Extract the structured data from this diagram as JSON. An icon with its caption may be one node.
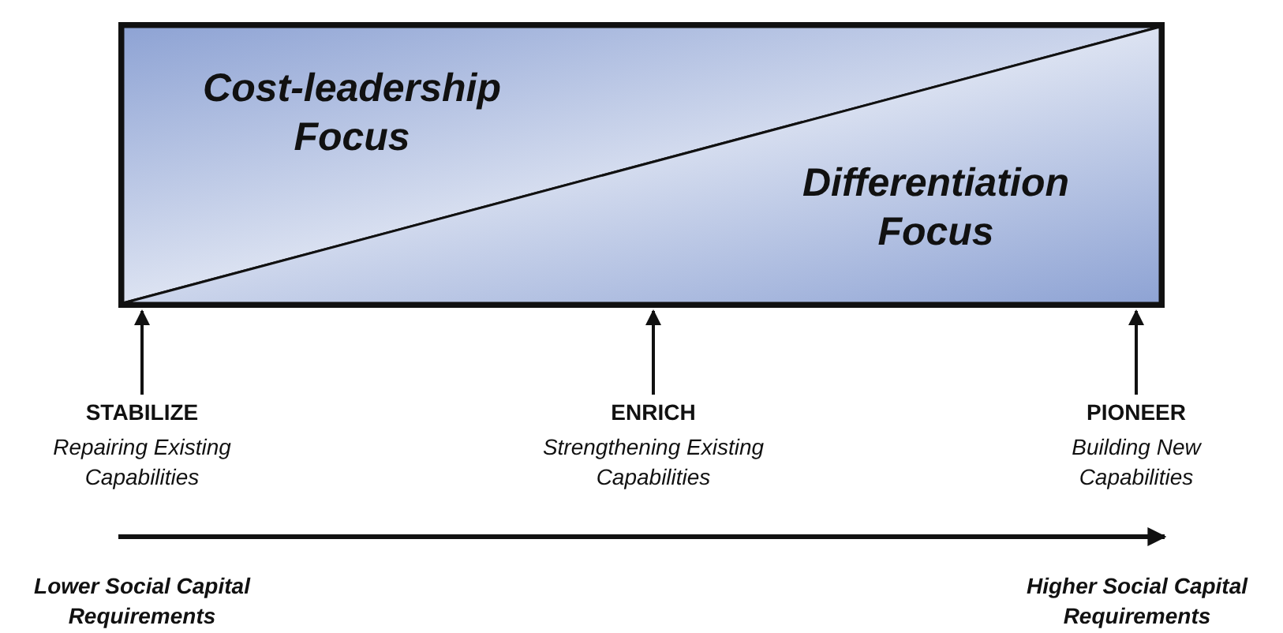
{
  "diagram": {
    "nodes": [
      {
        "text": [],
        "shape": "box"
      },
      {
        "text": [
          "Cost-leadership Focus"
        ],
        "in": 0
      },
      {
        "text": [
          "Differentiation Focus"
        ],
        "in": 0
      },
      {
        "text": [
          "STABILIZE",
          "Repairing Existing Capabilities"
        ]
      },
      {
        "text": [
          "ENRICH",
          "Strengthening Existing Capabilities"
        ]
      },
      {
        "text": [
          "PIONEER",
          "Building New Capabilities"
        ]
      }
    ],
    "edges": [
      {
        "from": 3,
        "to": 0,
        "arrow": "to"
      },
      {
        "from": 4,
        "to": 0,
        "arrow": "to"
      },
      {
        "from": 5,
        "to": 0,
        "arrow": "to"
      }
    ],
    "labels": [
      "Lower Social Capital Requirements",
      "Higher Social Capital Requirements"
    ]
  }
}
